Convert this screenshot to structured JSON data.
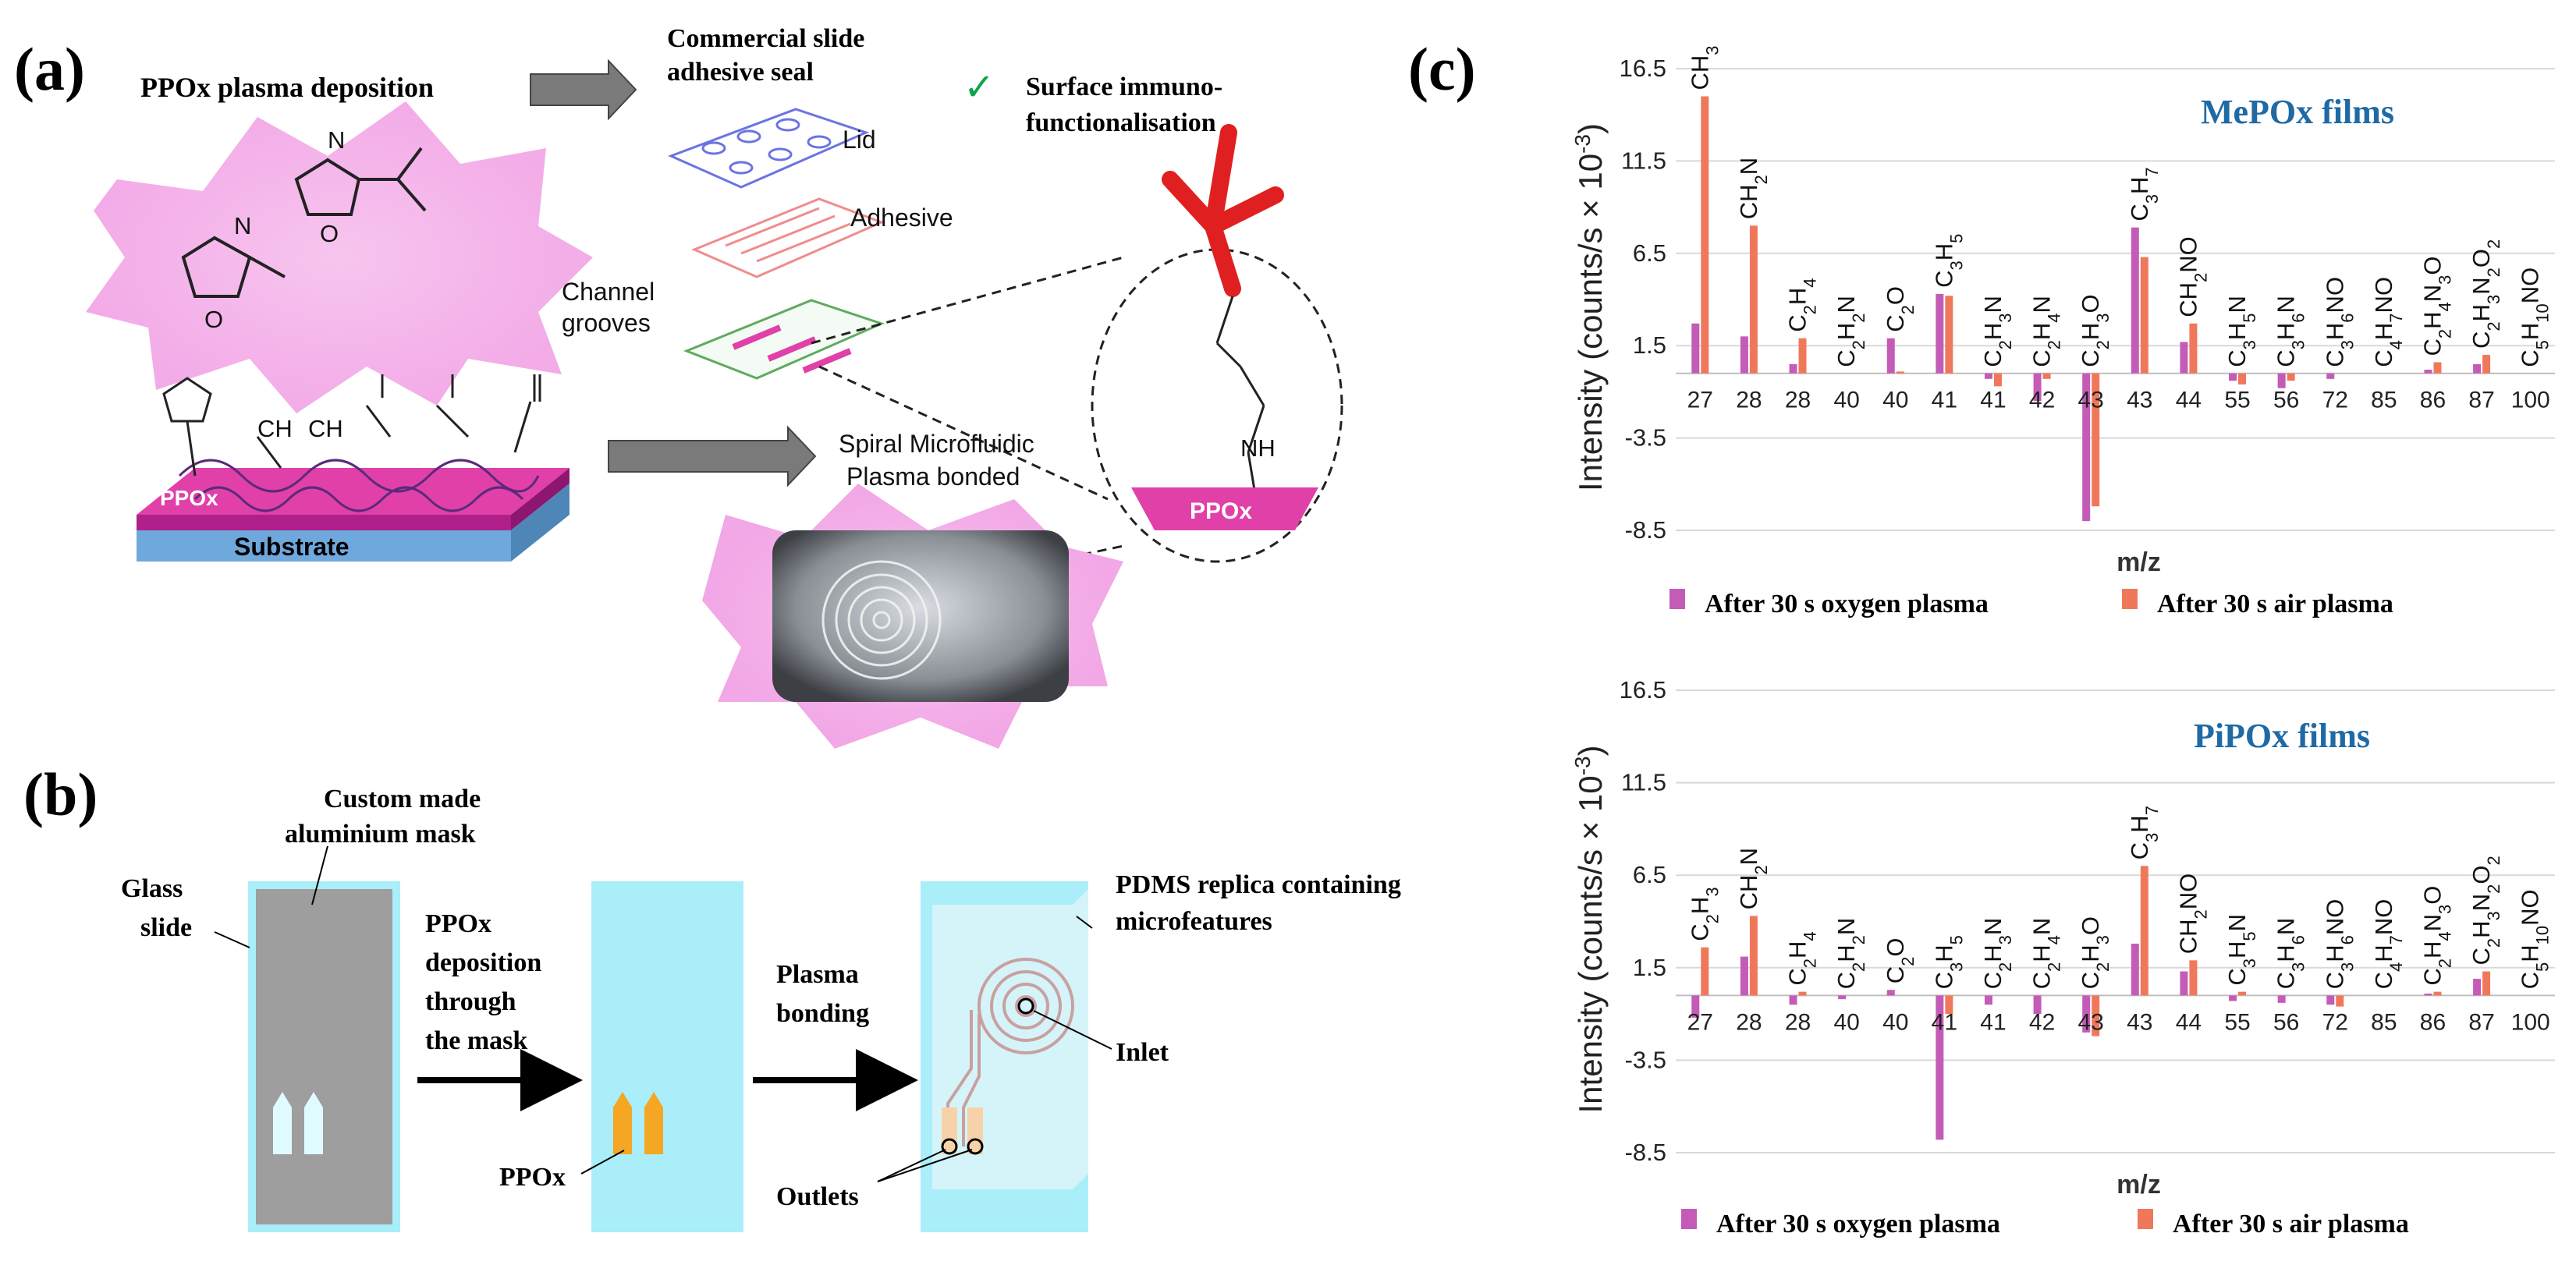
{
  "panels": {
    "a": {
      "label": "(a)",
      "deposition": "PPOx plasma deposition",
      "seal_title_1": "Commercial slide",
      "seal_title_2": "adhesive seal",
      "immuno_1": "Surface immuno-",
      "immuno_2": "functionalisation",
      "lid": "Lid",
      "adhesive": "Adhesive",
      "channel_1": "Channel",
      "channel_2": "grooves",
      "spiral_1": "Spiral Microfluidic",
      "spiral_2": "Plasma bonded",
      "ppox_layer": "PPOx",
      "substrate": "Substrate",
      "ppox_badge": "PPOx",
      "chem_ch2": "CH",
      "chem_ch3": "CH",
      "chem_nh": "NH",
      "chem_n": "N",
      "chem_o": "O"
    },
    "b": {
      "label": "(b)",
      "mask_1": "Custom made",
      "mask_2": "aluminium mask",
      "glass_1": "Glass",
      "glass_2": "slide",
      "step1_1": "PPOx",
      "step1_2": "deposition",
      "step1_3": "through",
      "step1_4": "the mask",
      "step2_1": "Plasma",
      "step2_2": "bonding",
      "ppox": "PPOx",
      "pdms_1": "PDMS replica containing",
      "pdms_2": "microfeatures",
      "inlet": "Inlet",
      "outlets": "Outlets"
    },
    "c": {
      "label": "(c)"
    }
  },
  "colors": {
    "oxygen": "#c45cb7",
    "air": "#f0785a",
    "title": "#1f6aa5",
    "pink_glow": "#f2a7e6",
    "ppox_layer": "#e040a8",
    "substrate": "#6fa8dc",
    "slide": "#a9eef9",
    "mask": "#9e9e9e",
    "ppox_pad": "#f5a623"
  },
  "chart_data": [
    {
      "type": "bar",
      "title": "MePOx films",
      "xlabel": "m/z",
      "ylabel": "Intensity (counts/s × 10",
      "ylabel_sup": "-3",
      "ylabel_close": ")",
      "yticks": [
        "16.5",
        "11.5",
        "6.5",
        "1.5",
        "-3.5",
        "-8.5"
      ],
      "ytick_values": [
        16.5,
        11.5,
        6.5,
        1.5,
        -3.5,
        -8.5
      ],
      "ylim": [
        -8.5,
        16.5
      ],
      "categories": [
        "27",
        "28",
        "28",
        "40",
        "40",
        "41",
        "41",
        "42",
        "43",
        "43",
        "44",
        "55",
        "56",
        "72",
        "85",
        "86",
        "87",
        "100"
      ],
      "fragments": [
        [
          [
            "C",
            ""
          ],
          [
            "H",
            "3"
          ]
        ],
        [
          [
            "CH",
            "2"
          ],
          [
            "N",
            ""
          ]
        ],
        [
          [
            "C",
            "2"
          ],
          [
            "H",
            "4"
          ]
        ],
        [
          [
            "C",
            "2"
          ],
          [
            "H",
            "2"
          ],
          [
            "N",
            ""
          ]
        ],
        [
          [
            "C",
            "2"
          ],
          [
            "O",
            ""
          ]
        ],
        [
          [
            "C",
            "3"
          ],
          [
            "H",
            "5"
          ]
        ],
        [
          [
            "C",
            "2"
          ],
          [
            "H",
            "3"
          ],
          [
            "N",
            ""
          ]
        ],
        [
          [
            "C",
            "2"
          ],
          [
            "H",
            "4"
          ],
          [
            "N",
            ""
          ]
        ],
        [
          [
            "C",
            "2"
          ],
          [
            "H",
            "3"
          ],
          [
            "O",
            ""
          ]
        ],
        [
          [
            "C",
            "3"
          ],
          [
            "H",
            "7"
          ]
        ],
        [
          [
            "CH",
            "2"
          ],
          [
            "NO",
            ""
          ]
        ],
        [
          [
            "C",
            "3"
          ],
          [
            "H",
            "5"
          ],
          [
            "N",
            ""
          ]
        ],
        [
          [
            "C",
            "3"
          ],
          [
            "H",
            "6"
          ],
          [
            "N",
            ""
          ]
        ],
        [
          [
            "C",
            "3"
          ],
          [
            "H",
            "6"
          ],
          [
            "NO",
            ""
          ]
        ],
        [
          [
            "C",
            "4"
          ],
          [
            "H",
            "7"
          ],
          [
            "NO",
            ""
          ]
        ],
        [
          [
            "C",
            "2"
          ],
          [
            "H",
            "4"
          ],
          [
            "N",
            "3"
          ],
          [
            "O",
            ""
          ]
        ],
        [
          [
            "C",
            "2"
          ],
          [
            "H",
            "3"
          ],
          [
            "N",
            "2"
          ],
          [
            "O",
            "2"
          ]
        ],
        [
          [
            "C",
            "5"
          ],
          [
            "H",
            "10"
          ],
          [
            "NO",
            ""
          ]
        ]
      ],
      "series": [
        {
          "name": "After 30 s oxygen plasma",
          "values": [
            2.7,
            2.0,
            0.5,
            0,
            1.9,
            4.3,
            -0.3,
            -1.5,
            -8.0,
            7.9,
            1.7,
            -0.4,
            -0.8,
            -0.3,
            0,
            0.2,
            0.5,
            0
          ]
        },
        {
          "name": "After 30 s air plasma",
          "values": [
            15.0,
            8.0,
            1.9,
            0,
            0.1,
            4.2,
            -0.7,
            -0.3,
            -7.2,
            6.3,
            2.7,
            -0.6,
            -0.4,
            0,
            0,
            0.6,
            1.0,
            0
          ]
        }
      ]
    },
    {
      "type": "bar",
      "title": "PiPOx films",
      "xlabel": "m/z",
      "ylabel": "Intensity (counts/s × 10",
      "ylabel_sup": "-3",
      "ylabel_close": ")",
      "yticks": [
        "16.5",
        "11.5",
        "6.5",
        "1.5",
        "-3.5",
        "-8.5"
      ],
      "ytick_values": [
        16.5,
        11.5,
        6.5,
        1.5,
        -3.5,
        -8.5
      ],
      "ylim": [
        -8.5,
        16.5
      ],
      "categories": [
        "27",
        "28",
        "28",
        "40",
        "40",
        "41",
        "41",
        "42",
        "43",
        "43",
        "44",
        "55",
        "56",
        "72",
        "85",
        "86",
        "87",
        "100"
      ],
      "fragments": [
        [
          [
            "C",
            "2"
          ],
          [
            "H",
            "3"
          ]
        ],
        [
          [
            "CH",
            "2"
          ],
          [
            "N",
            ""
          ]
        ],
        [
          [
            "C",
            "2"
          ],
          [
            "H",
            "4"
          ]
        ],
        [
          [
            "C",
            "2"
          ],
          [
            "H",
            "2"
          ],
          [
            "N",
            ""
          ]
        ],
        [
          [
            "C",
            "2"
          ],
          [
            "O",
            ""
          ]
        ],
        [
          [
            "C",
            "3"
          ],
          [
            "H",
            "5"
          ]
        ],
        [
          [
            "C",
            "2"
          ],
          [
            "H",
            "3"
          ],
          [
            "N",
            ""
          ]
        ],
        [
          [
            "C",
            "2"
          ],
          [
            "H",
            "4"
          ],
          [
            "N",
            ""
          ]
        ],
        [
          [
            "C",
            "2"
          ],
          [
            "H",
            "3"
          ],
          [
            "O",
            ""
          ]
        ],
        [
          [
            "C",
            "3"
          ],
          [
            "H",
            "7"
          ]
        ],
        [
          [
            "CH",
            "2"
          ],
          [
            "NO",
            ""
          ]
        ],
        [
          [
            "C",
            "3"
          ],
          [
            "H",
            "5"
          ],
          [
            "N",
            ""
          ]
        ],
        [
          [
            "C",
            "3"
          ],
          [
            "H",
            "6"
          ],
          [
            "N",
            ""
          ]
        ],
        [
          [
            "C",
            "3"
          ],
          [
            "H",
            "6"
          ],
          [
            "NO",
            ""
          ]
        ],
        [
          [
            "C",
            "4"
          ],
          [
            "H",
            "7"
          ],
          [
            "NO",
            ""
          ]
        ],
        [
          [
            "C",
            "2"
          ],
          [
            "H",
            "4"
          ],
          [
            "N",
            "3"
          ],
          [
            "O",
            ""
          ]
        ],
        [
          [
            "C",
            "2"
          ],
          [
            "H",
            "3"
          ],
          [
            "N",
            "2"
          ],
          [
            "O",
            "2"
          ]
        ],
        [
          [
            "C",
            "5"
          ],
          [
            "H",
            "10"
          ],
          [
            "NO",
            ""
          ]
        ]
      ],
      "series": [
        {
          "name": "After 30 s oxygen plasma",
          "values": [
            -1.2,
            2.1,
            -0.5,
            -0.2,
            0.3,
            -7.8,
            -0.5,
            -1.0,
            -2.0,
            2.8,
            1.3,
            -0.3,
            -0.4,
            -0.5,
            0,
            0.1,
            0.9,
            0
          ]
        },
        {
          "name": "After 30 s air plasma",
          "values": [
            2.6,
            4.3,
            0.2,
            0,
            0,
            -1.0,
            0,
            0,
            -2.2,
            7.0,
            1.9,
            0.2,
            0,
            -0.6,
            0,
            0.2,
            1.3,
            0
          ]
        }
      ]
    }
  ]
}
